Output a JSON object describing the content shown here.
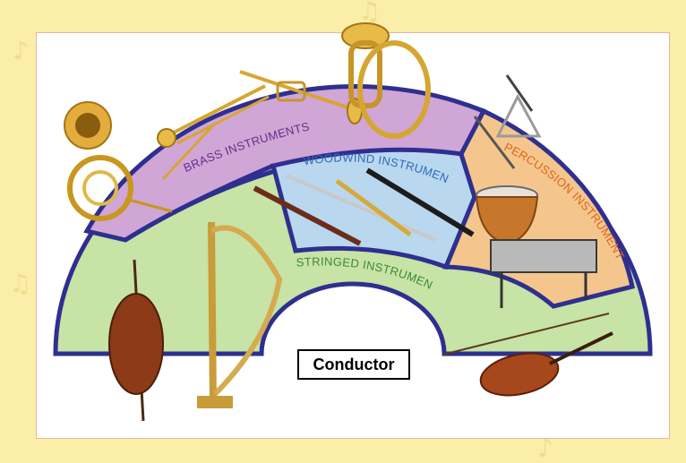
{
  "sections": {
    "brass": "BRASS INSTRUMENTS",
    "woodwind": "WOODWIND INSTRUMENTS",
    "percussion": "PERCUSSION INSTRUMENTS",
    "stringed": "STRINGED INSTRUMENTS"
  },
  "conductor": "Conductor",
  "colors": {
    "background": "#fbeea8",
    "brass_fill": "#cfa6d6",
    "woodwind_fill": "#b9d7ef",
    "percussion_fill": "#f4c68d",
    "stringed_fill": "#c7e3a5",
    "outline": "#2e2f8f",
    "brass_text": "#6a2d8a",
    "woodwind_text": "#2f6bb5",
    "percussion_text": "#e0651c",
    "stringed_text": "#3e8a35"
  },
  "icons": [
    "french-horn-icon",
    "trombone-icon",
    "trumpet-icon",
    "tuba-icon",
    "triangle-icon",
    "flute-icon",
    "bassoon-icon",
    "clarinet-icon",
    "saxophone-icon",
    "timpani-icon",
    "xylophone-icon",
    "cello-icon",
    "harp-icon",
    "violin-icon"
  ]
}
